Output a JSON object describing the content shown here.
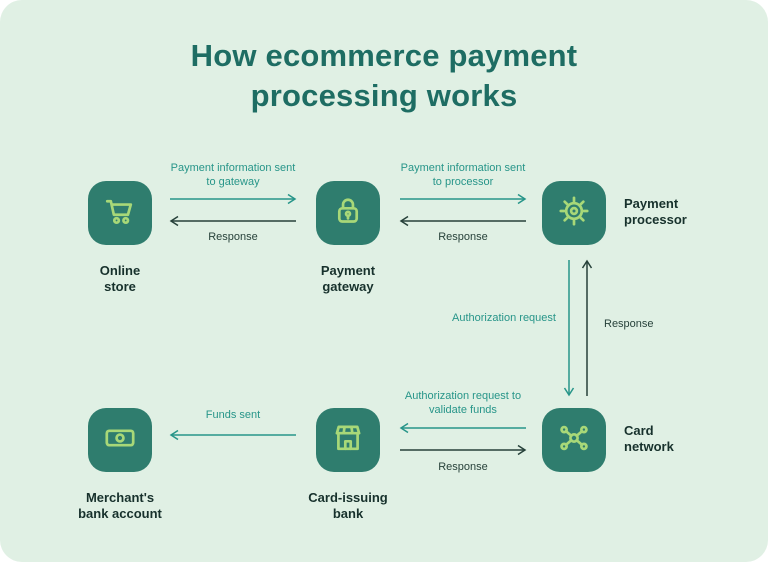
{
  "title": "How ecommerce payment processing works",
  "nodes": {
    "online_store": {
      "label": "Online store",
      "icon": "cart-icon"
    },
    "payment_gateway": {
      "label": "Payment gateway",
      "icon": "lock-icon"
    },
    "payment_processor": {
      "label": "Payment processor",
      "icon": "gear-icon"
    },
    "merchant_bank": {
      "label": "Merchant's bank account",
      "icon": "banknote-icon"
    },
    "card_issuing_bank": {
      "label": "Card-issuing bank",
      "icon": "storefront-icon"
    },
    "card_network": {
      "label": "Card network",
      "icon": "network-icon"
    }
  },
  "edges": {
    "store_to_gateway": {
      "label": "Payment information sent to gateway",
      "direction": "right",
      "kind": "request"
    },
    "gateway_to_store_response": {
      "label": "Response",
      "direction": "left",
      "kind": "response"
    },
    "gateway_to_processor": {
      "label": "Payment information sent to processor",
      "direction": "right",
      "kind": "request"
    },
    "processor_to_gateway_response": {
      "label": "Response",
      "direction": "left",
      "kind": "response"
    },
    "processor_to_network": {
      "label": "Authorization request",
      "direction": "down",
      "kind": "request"
    },
    "network_to_processor_response": {
      "label": "Response",
      "direction": "up",
      "kind": "response"
    },
    "network_to_bank": {
      "label": "Authorization request to validate funds",
      "direction": "left",
      "kind": "request"
    },
    "bank_to_network_response": {
      "label": "Response",
      "direction": "right",
      "kind": "response"
    },
    "bank_to_merchant": {
      "label": "Funds sent",
      "direction": "left",
      "kind": "request"
    }
  },
  "colors": {
    "background": "#e0f0e4",
    "tile": "#2f7d6e",
    "icon_stroke": "#a8d878",
    "title_text": "#1e6d63",
    "request_arrow": "#279589",
    "response_arrow": "#27413a",
    "node_label_text": "#17312c"
  }
}
